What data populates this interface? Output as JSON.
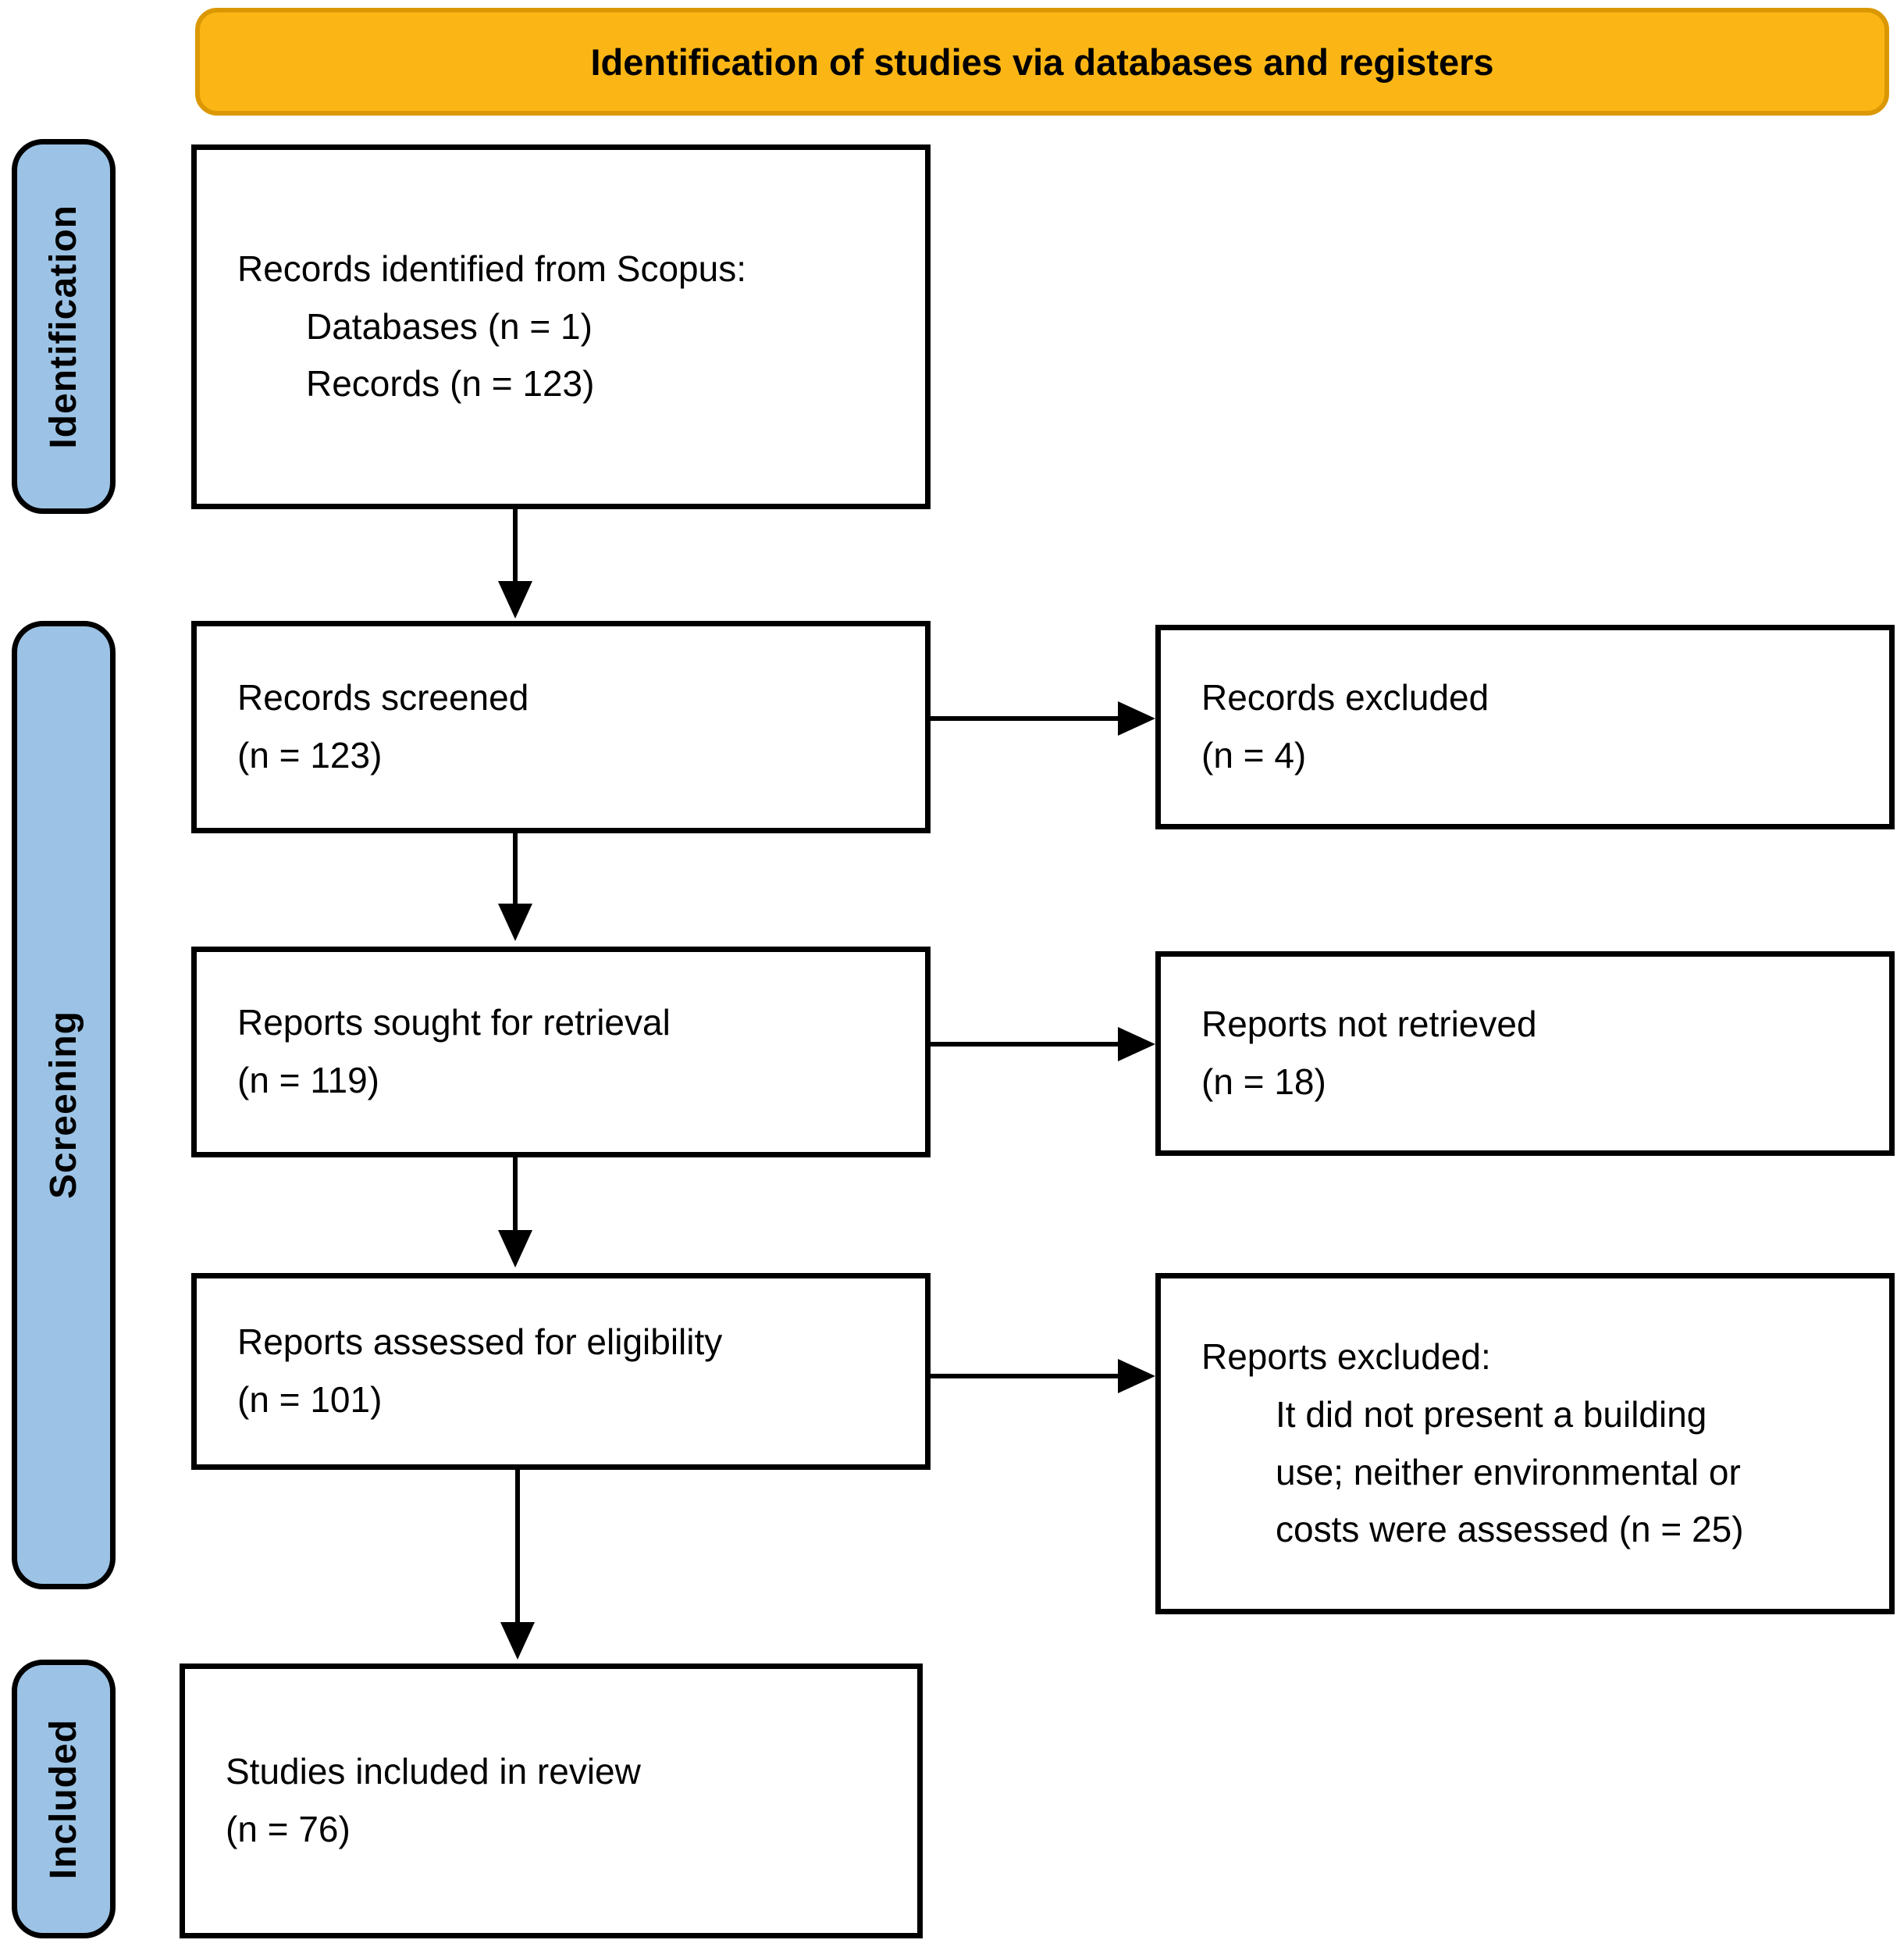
{
  "colors": {
    "banner_fill": "#FBB615",
    "banner_border": "#DB9804",
    "side_label_fill": "#9CC3E5",
    "side_label_border": "#000000",
    "box_border": "#000000",
    "box_background": "#FFFFFF",
    "arrow": "#000000",
    "text": "#000000"
  },
  "banner": {
    "title": "Identification of studies via databases and registers"
  },
  "side_labels": {
    "identification": "Identification",
    "screening": "Screening",
    "included": "Included"
  },
  "boxes": {
    "records_identified": {
      "lines": [
        "Records identified from Scopus:"
      ],
      "sub_lines": [
        "Databases (n = 1)",
        "Records (n = 123)"
      ]
    },
    "records_screened": {
      "lines": [
        "Records screened",
        "(n = 123)"
      ]
    },
    "records_excluded": {
      "lines": [
        "Records excluded",
        "(n = 4)"
      ]
    },
    "reports_sought": {
      "lines": [
        "Reports sought for retrieval",
        "(n = 119)"
      ]
    },
    "reports_not_retrieved": {
      "lines": [
        "Reports not retrieved",
        "(n = 18)"
      ]
    },
    "reports_assessed": {
      "lines": [
        "Reports assessed for eligibility",
        "(n = 101)"
      ]
    },
    "reports_excluded": {
      "lines": [
        "Reports excluded:"
      ],
      "sub_lines": [
        "It did not present a building",
        "use; neither environmental or",
        "costs were assessed (n = 25)"
      ]
    },
    "studies_included": {
      "lines": [
        "Studies included in review",
        "(n = 76)"
      ]
    }
  }
}
